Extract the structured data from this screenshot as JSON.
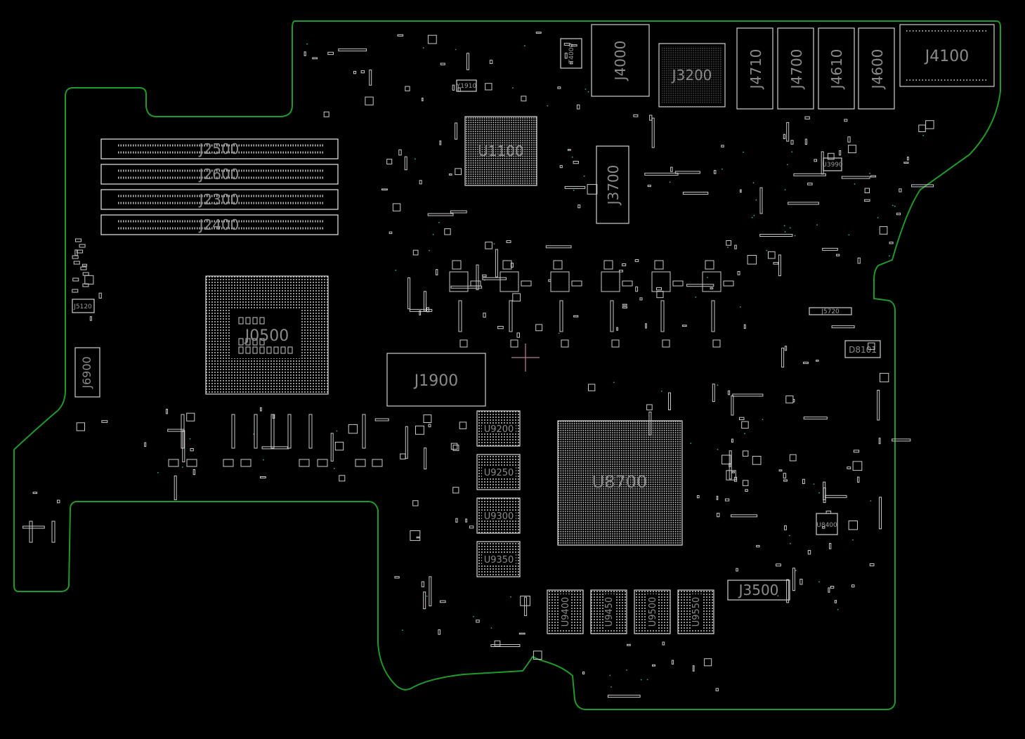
{
  "viewer": {
    "background_color": "#000000",
    "outline_color": "#1f9a2a",
    "part_color": "#cfcfcf",
    "label_color": "#8a8a8a"
  },
  "components": {
    "dimm_slots": [
      "J2500",
      "J2600",
      "J2300",
      "J2400"
    ],
    "cpu_socket": "J0500",
    "pch": "U1100",
    "gpu": "U8700",
    "connector_j1900": "J1900",
    "connector_j3200": "J3200",
    "connector_j3700": "J3700",
    "connector_j4000": "J4000",
    "connector_j3500": "J3500",
    "connector_j6900": "J6900",
    "transformer_t4000": "T4000",
    "rear_ports": [
      "J4710",
      "J4700",
      "J4610",
      "J4600"
    ],
    "port_j4100": "J4100",
    "diode_d8101": "D8101",
    "vram_left": [
      "U9200",
      "U9250",
      "U9300",
      "U9350"
    ],
    "vram_bottom": [
      "U9400",
      "U9450",
      "U9500",
      "U9550"
    ],
    "small_labels": {
      "j5120": "J5120",
      "y1910": "Y1910",
      "u8400": "U8400",
      "j5720": "J5720",
      "u3990": "U3990"
    }
  }
}
